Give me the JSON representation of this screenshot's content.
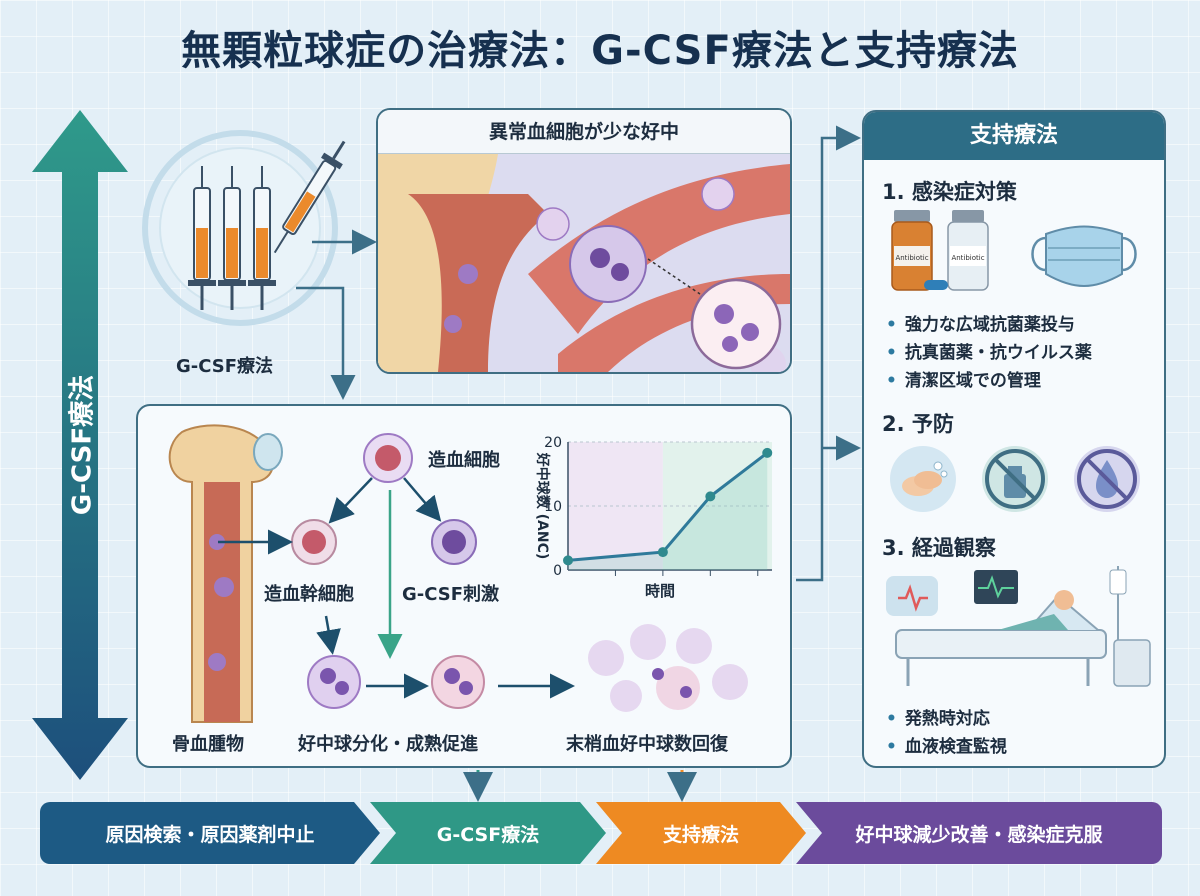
{
  "title": "無顆粒球症の治療法：G-CSF療法と支持療法",
  "vertical_label": "G-CSF療法",
  "gcsf_label": "G-CSF療法",
  "abnormal_panel": {
    "header": "異常血細胞が少な好中"
  },
  "main_panel": {
    "hematopoietic_cell": "造血細胞",
    "stem_cell": "造血幹細胞",
    "gcsf_stimulus": "G-CSF刺激",
    "bone_marrow": "骨血腫物",
    "differentiation": "好中球分化・成熟促進",
    "recovery": "末梢血好中球数回復"
  },
  "vial_labels": [
    "Antibiotic",
    "Antibiotic"
  ],
  "chart_data": {
    "type": "line",
    "xlabel": "時間",
    "ylabel": "好中球数 (ANC)",
    "ylim": [
      0,
      20
    ],
    "yticks": [
      0,
      10,
      20
    ],
    "points": [
      {
        "x": 0,
        "y": 1.5
      },
      {
        "x": 1,
        "y": 2.8
      },
      {
        "x": 1.5,
        "y": 11.5
      },
      {
        "x": 2.1,
        "y": 18.3
      }
    ],
    "xlim": [
      0,
      2.15
    ]
  },
  "support": {
    "header": "支持療法",
    "section1": "1. 感染症対策",
    "section1_items": [
      "強力な広域抗菌薬投与",
      "抗真菌薬・抗ウイルス薬",
      "清潔区域での管理"
    ],
    "section2": "2. 予防",
    "section3": "3. 経過観察",
    "section3_items": [
      "発熱時対応",
      "血液検査監視"
    ]
  },
  "bottom_steps": [
    {
      "label": "原因検索・原因薬剤中止",
      "color": "#1d5a84"
    },
    {
      "label": "G-CSF療法",
      "color": "#2f9886"
    },
    {
      "label": "支持療法",
      "color": "#ee8a22"
    },
    {
      "label": "好中球減少改善・感染症克服",
      "color": "#6b4b9c"
    }
  ],
  "colors": {
    "arrow_top": "#2f9a8a",
    "arrow_bottom": "#1d4f7c",
    "connector": "#3c6f88"
  }
}
